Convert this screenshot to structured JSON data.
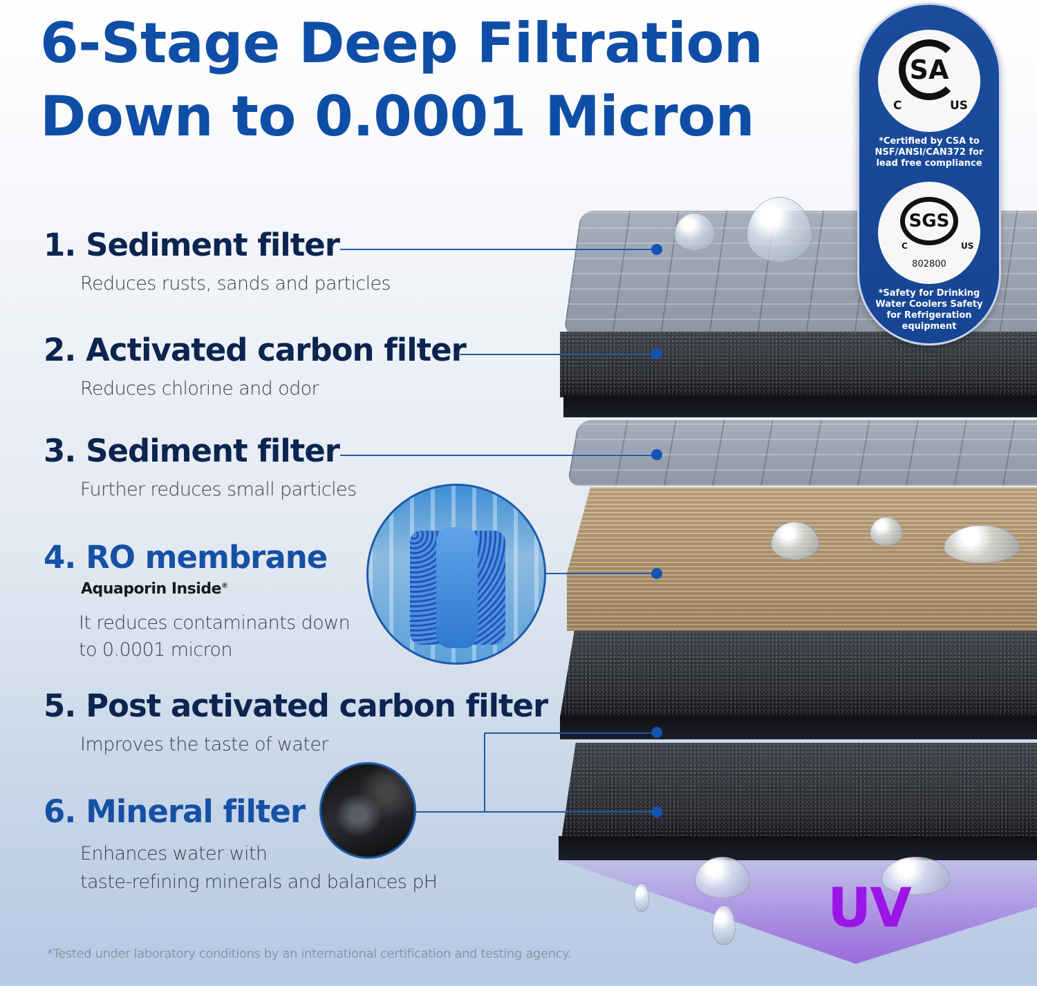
{
  "header": {
    "title_line1": "6-Stage Deep Filtration",
    "title_line2": "Down to 0.0001 Micron"
  },
  "stages": [
    {
      "number": "1.",
      "name": "Sediment filter",
      "description": "Reduces rusts, sands and particles"
    },
    {
      "number": "2.",
      "name": "Activated carbon filter",
      "description": "Reduces chlorine and odor"
    },
    {
      "number": "3.",
      "name": "Sediment filter",
      "description": "Further reduces small particles"
    },
    {
      "number": "4.",
      "name": "RO membrane",
      "brand": "Aquaporin Inside",
      "brand_mark": "®",
      "description_line1": "It reduces contaminants down",
      "description_line2": "to 0.0001 micron"
    },
    {
      "number": "5.",
      "name": "Post activated carbon filter",
      "description": "Improves the taste of water"
    },
    {
      "number": "6.",
      "name": "Mineral filter",
      "description_line1": "Enhances water with",
      "description_line2": "taste-refining minerals and balances pH"
    }
  ],
  "certifications": {
    "csa": {
      "logo_text": "SA",
      "left_mark": "C",
      "right_mark": "US",
      "note": "*Certified by CSA to NSF/ANSI/CAN372 for lead free compliance"
    },
    "sgs": {
      "logo_text": "SGS",
      "left_mark": "C",
      "right_mark": "US",
      "number": "802800",
      "note": "*Safety for Drinking Water Coolers Safety for Refrigeration equipment"
    }
  },
  "uv_label": "UV",
  "footnote": "*Tested under laboratory conditions by an international certification and testing agency.",
  "colors": {
    "title_blue": "#0f4ea6",
    "stage_dark": "#0b2550",
    "connector": "#1d5aa8",
    "badge_blue": "#1b4c9c",
    "uv_purple": "#9b15e6"
  }
}
